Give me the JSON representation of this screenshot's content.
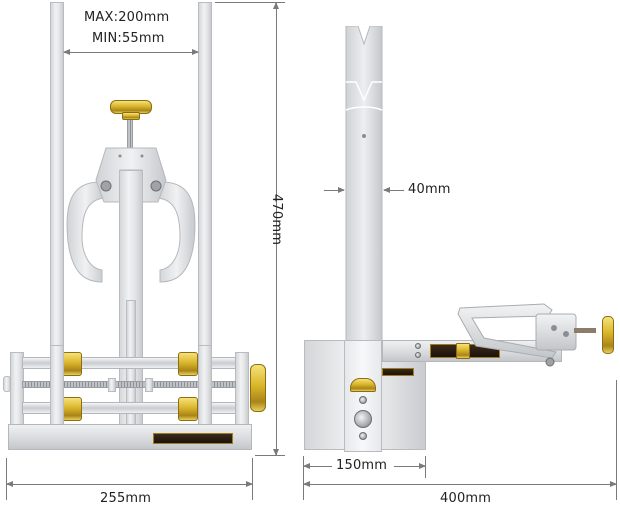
{
  "figure": {
    "type": "product-dimension-diagram",
    "subject": "bicycle wheel truing stand",
    "views": [
      {
        "id": "front-view",
        "description": "front view with adjustable arms and calipers"
      },
      {
        "id": "side-view",
        "description": "side view with gauge arm"
      }
    ]
  },
  "dimensions": {
    "arm_span_max": "MAX:200mm",
    "arm_span_min": "MIN:55mm",
    "height": "470mm",
    "front_base_width": "255mm",
    "upright_width": "40mm",
    "side_base_width": "150mm",
    "overall_depth": "400mm"
  },
  "colors": {
    "background": "#ffffff",
    "aluminum": "#e2e4e6",
    "brass": "#d9b52a",
    "dimension_line": "#7a7a7a",
    "text": "#222222"
  }
}
